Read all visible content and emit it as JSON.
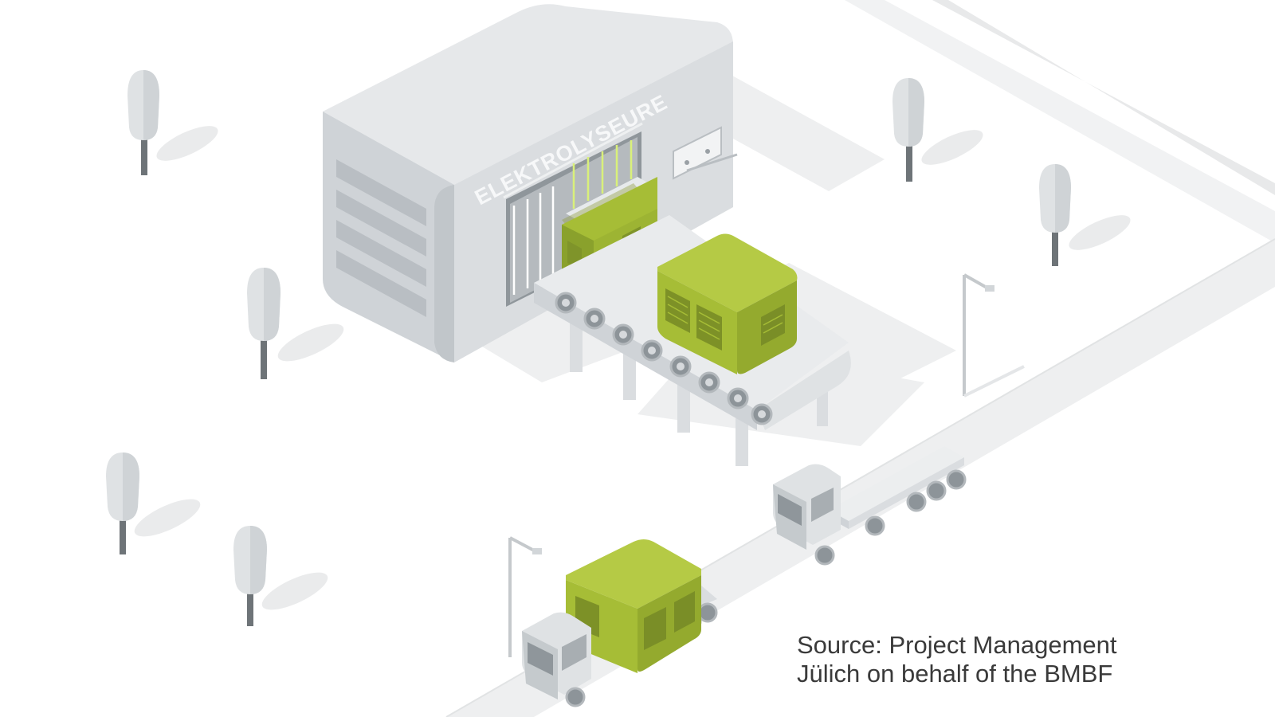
{
  "factory": {
    "sign": "ELEKTROLYSEURE"
  },
  "caption": {
    "line1": "Source: Project Management",
    "line2": "Jülich on behalf of the BMBF"
  },
  "colors": {
    "module_green": "#a6bd36",
    "module_green_dark": "#7d9127",
    "building_gray": "#c9ced2",
    "ground_shadow": "#ecedee"
  }
}
